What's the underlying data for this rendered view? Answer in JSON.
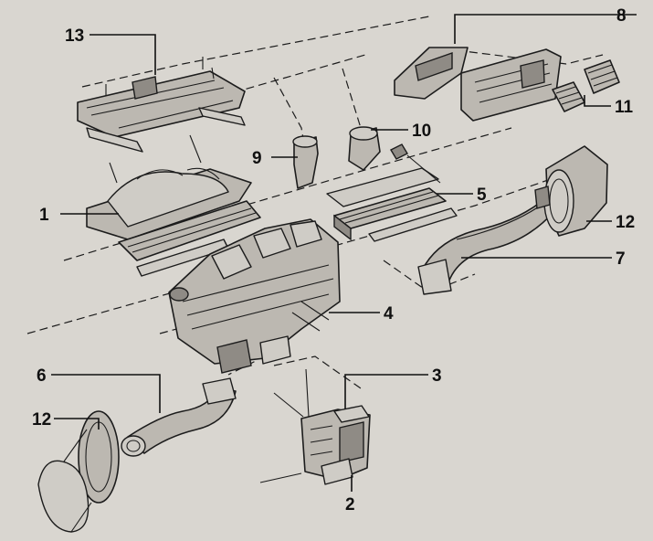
{
  "callouts": [
    {
      "id": "1",
      "label": "1"
    },
    {
      "id": "2",
      "label": "2"
    },
    {
      "id": "3",
      "label": "3"
    },
    {
      "id": "4",
      "label": "4"
    },
    {
      "id": "5",
      "label": "5"
    },
    {
      "id": "6",
      "label": "6"
    },
    {
      "id": "7",
      "label": "7"
    },
    {
      "id": "8",
      "label": "8"
    },
    {
      "id": "9",
      "label": "9"
    },
    {
      "id": "10",
      "label": "10"
    },
    {
      "id": "11",
      "label": "11"
    },
    {
      "id": "12a",
      "label": "12"
    },
    {
      "id": "12b",
      "label": "12"
    },
    {
      "id": "13",
      "label": "13"
    }
  ],
  "colors": {
    "paper": "#d9d6d0",
    "ink": "#1c1c1c"
  }
}
